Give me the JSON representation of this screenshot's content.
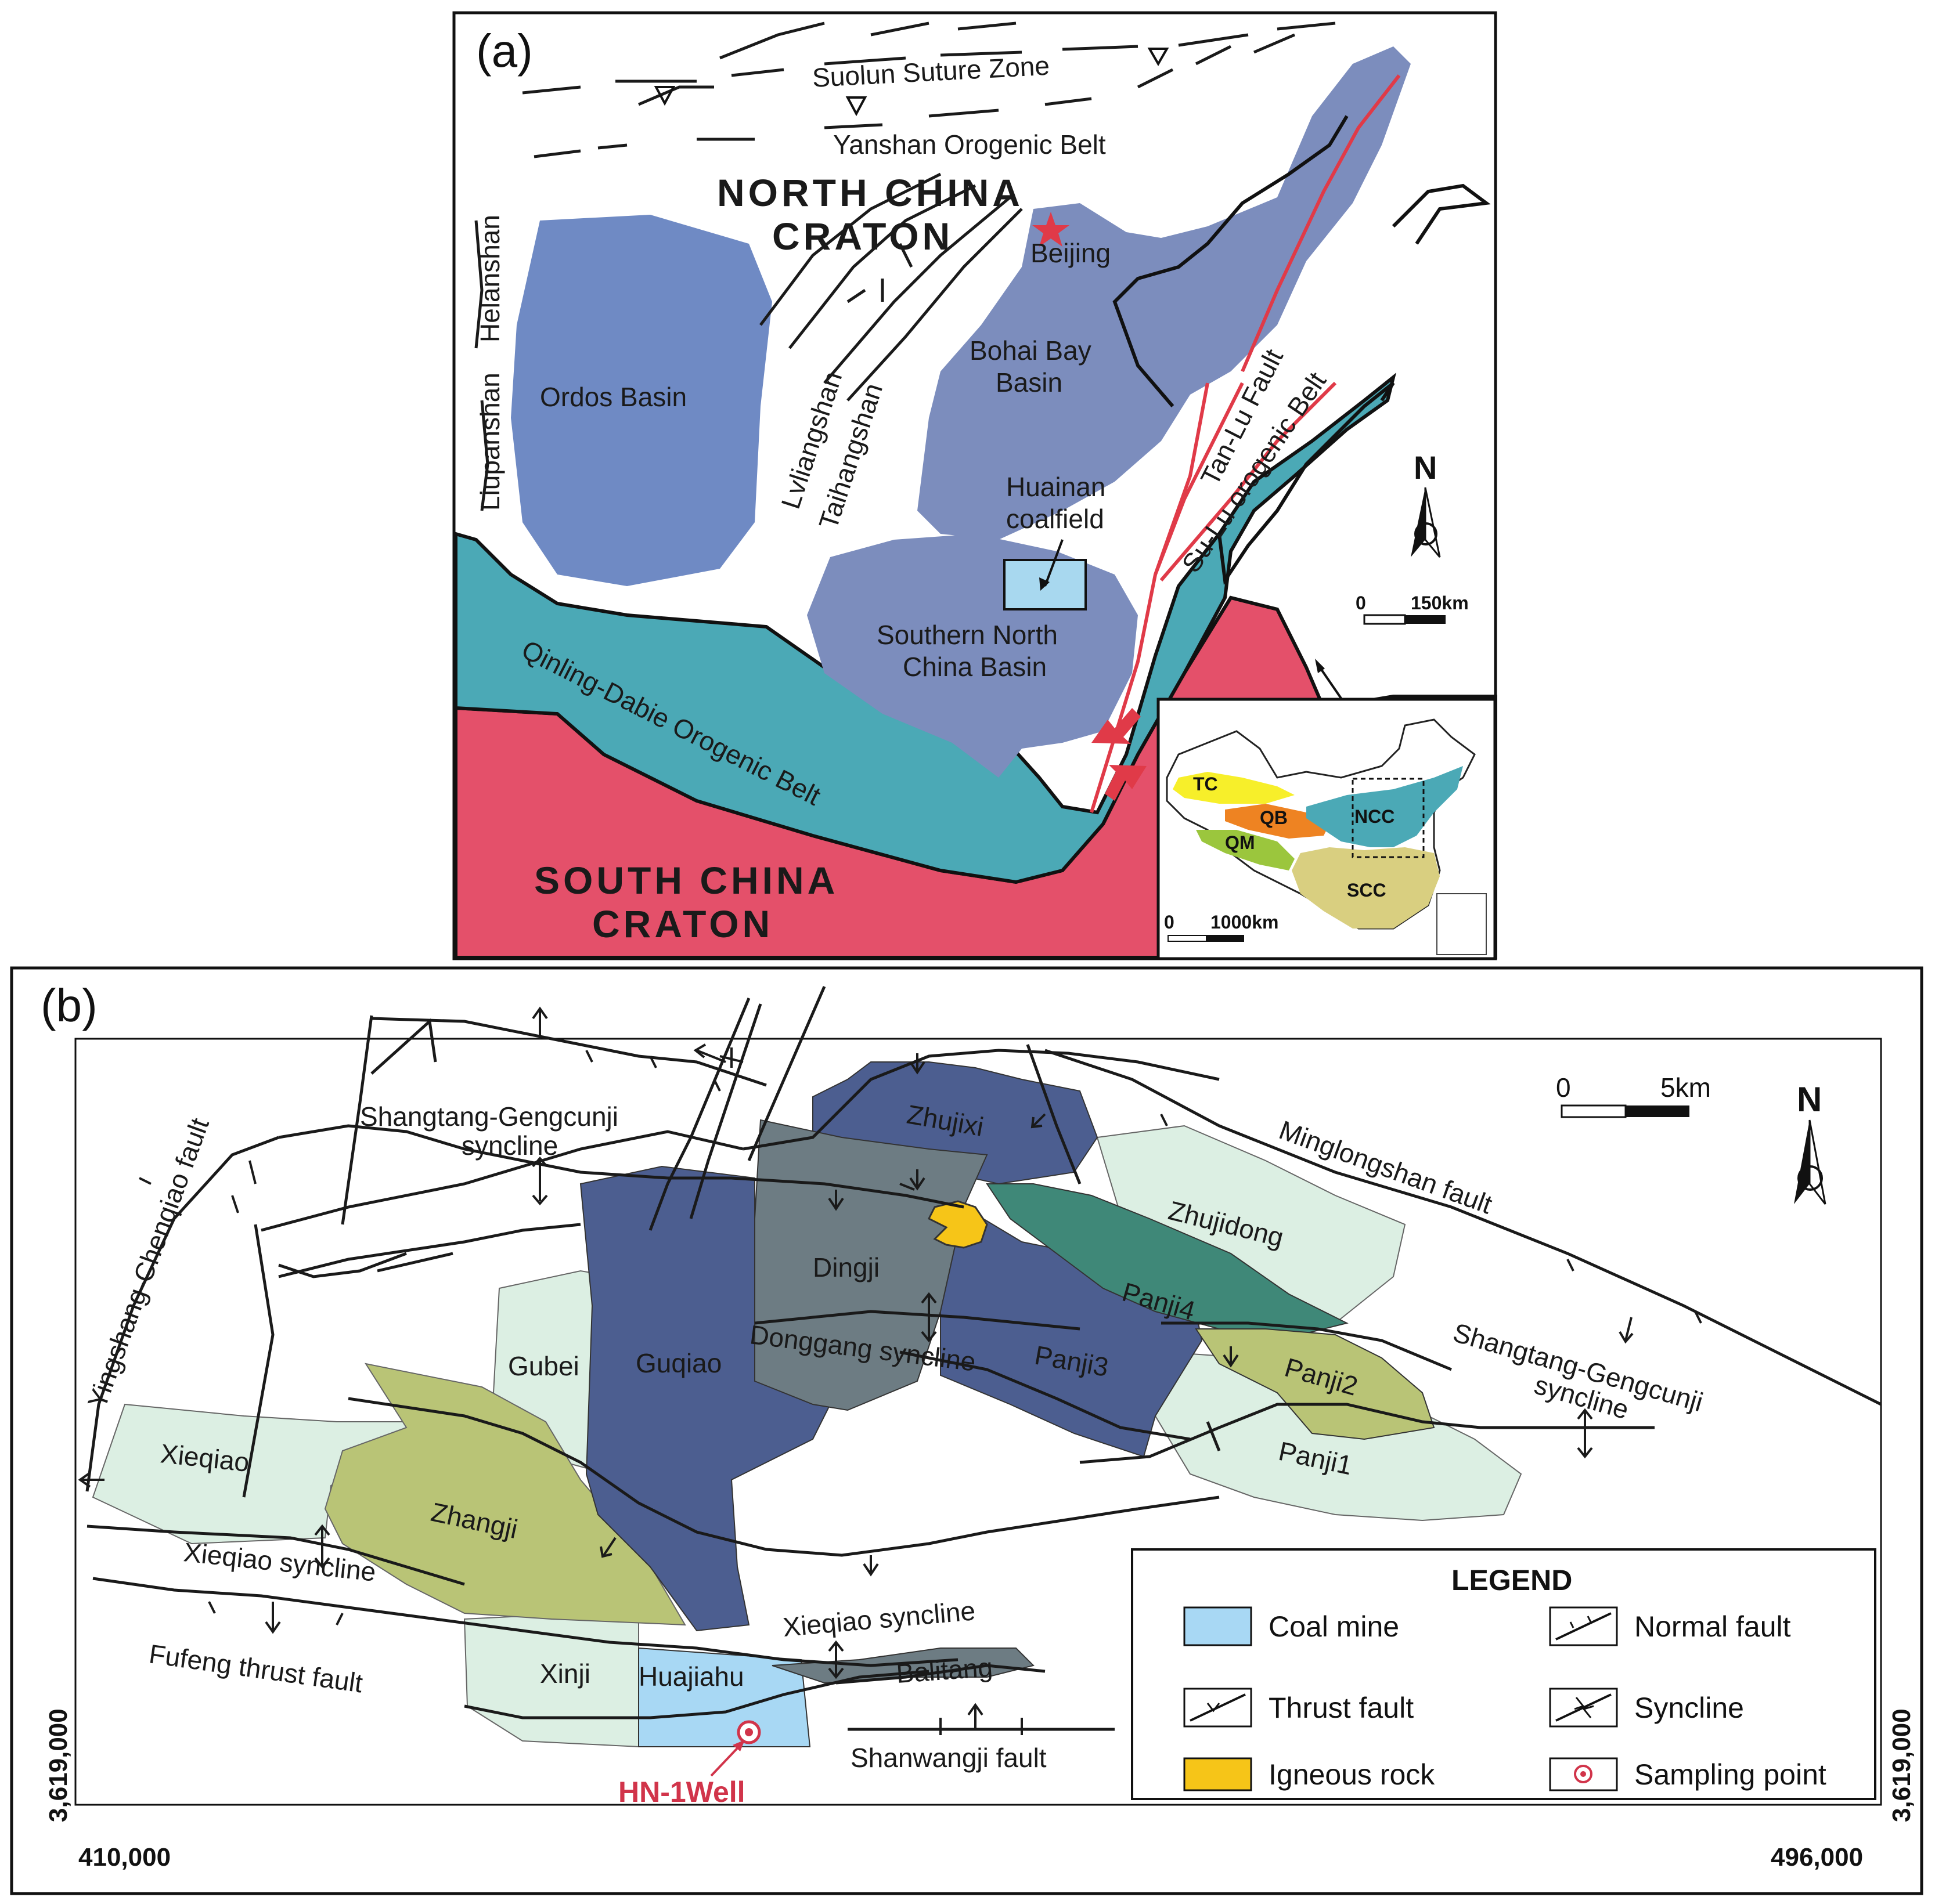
{
  "panel_a": {
    "label": "(a)",
    "suture_zone": "Suolun Suture Zone",
    "yanshan": "Yanshan Orogenic Belt",
    "ncc_line1": "NORTH CHINA",
    "ncc_line2": "CRATON",
    "scc_line1": "SOUTH CHINA",
    "scc_line2": "CRATON",
    "beijing": "Beijing",
    "helanshan": "Helanshan",
    "liupanshan": "Liupanshan",
    "ordos": "Ordos Basin",
    "lvliangshan": "Lvliangshan",
    "taihangshan": "Taihangshan",
    "bohai_line1": "Bohai Bay",
    "bohai_line2": "Basin",
    "huainan_line1": "Huainan",
    "huainan_line2": "coalfield",
    "snc_line1": "Southern North",
    "snc_line2": "China Basin",
    "qinling": "Qinling-Dabie Orogenic Belt",
    "tanlu": "Tan-Lu Fault",
    "sulu": "Su-Lu orogenic Belt",
    "north": "N",
    "scale_zero": "0",
    "scale_end": "150km",
    "inset": {
      "tc": "TC",
      "qb": "QB",
      "qm": "QM",
      "ncc": "NCC",
      "scc": "SCC",
      "scale_zero": "0",
      "scale_end": "1000km"
    }
  },
  "panel_b": {
    "label": "(b)",
    "north": "N",
    "scale_zero": "0",
    "scale_end": "5km",
    "mines": {
      "zhujixi": "Zhujixi",
      "zhujidong": "Zhujidong",
      "dingji": "Dingji",
      "panji4": "Panji4",
      "gubei": "Gubei",
      "guqiao": "Guqiao",
      "panji3": "Panji3",
      "panji2": "Panji2",
      "panji1": "Panji1",
      "xieqiao": "Xieqiao",
      "zhangji": "Zhangji",
      "xinji": "Xinji",
      "huajiahu": "Huajiahu",
      "balitang": "Balitang"
    },
    "structures": {
      "shangtang_top_1": "Shangtang-Gengcunji",
      "shangtang_top_2": "syncline",
      "yingshang": "Yingshang-Chenqiao fault",
      "minglongshan": "Minglongshan fault",
      "donggang": "Donggang syncline",
      "shangtang_right_1": "Shangtang-Gengcunji",
      "shangtang_right_2": "syncline",
      "xieqiao_syncline_left": "Xieqiao syncline",
      "xieqiao_syncline_right": "Xieqiao syncline",
      "fufeng": "Fufeng thrust fault",
      "shanwangji": "Shanwangji fault"
    },
    "well": "HN-1Well",
    "coords": {
      "x_left": "410,000",
      "x_right": "496,000",
      "y_left": "3,619,000",
      "y_right": "3,619,000"
    },
    "legend": {
      "title": "LEGEND",
      "coal_mine": "Coal mine",
      "normal_fault": "Normal fault",
      "thrust_fault": "Thrust fault",
      "syncline": "Syncline",
      "igneous_rock": "Igneous rock",
      "sampling_point": "Sampling point"
    }
  },
  "colors": {
    "basin_blue": "#6f8ac4",
    "bohai_blue": "#7c8dbd",
    "orogenic_teal": "#4ba9b6",
    "scc_red": "#e4506a",
    "coalfield": "#a8d8ef",
    "mine_lightgreen": "#dcefe3",
    "mine_olive": "#b9c476",
    "mine_navy": "#4c5e90",
    "mine_slate": "#6d7c83",
    "mine_darkgreen": "#3f8878",
    "igneous": "#f6c518",
    "coal_mine": "#a8d8f4",
    "fault_red": "#e03a48",
    "well_red": "#d1344a"
  }
}
